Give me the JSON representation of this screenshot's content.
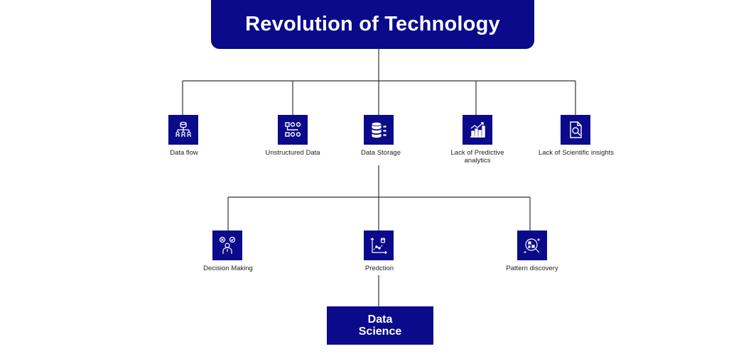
{
  "title": "Revolution of Technology",
  "colors": {
    "primary": "#0a0a8a",
    "line": "#333333",
    "background": "#ffffff"
  },
  "level1": [
    {
      "label": "Data flow",
      "icon": "data-flow-icon"
    },
    {
      "label": "Unstructured Data",
      "icon": "unstructured-data-icon"
    },
    {
      "label": "Data Storage",
      "icon": "data-storage-icon"
    },
    {
      "label": "Lack of Predictive analytics",
      "icon": "predictive-analytics-icon"
    },
    {
      "label": "Lack of Scientific insights",
      "icon": "scientific-insights-icon"
    }
  ],
  "level2": [
    {
      "label": "Decision Making",
      "icon": "decision-making-icon"
    },
    {
      "label": "Predction",
      "icon": "prediction-icon"
    },
    {
      "label": "Pattern discovery",
      "icon": "pattern-discovery-icon"
    }
  ],
  "result": "Data Science"
}
